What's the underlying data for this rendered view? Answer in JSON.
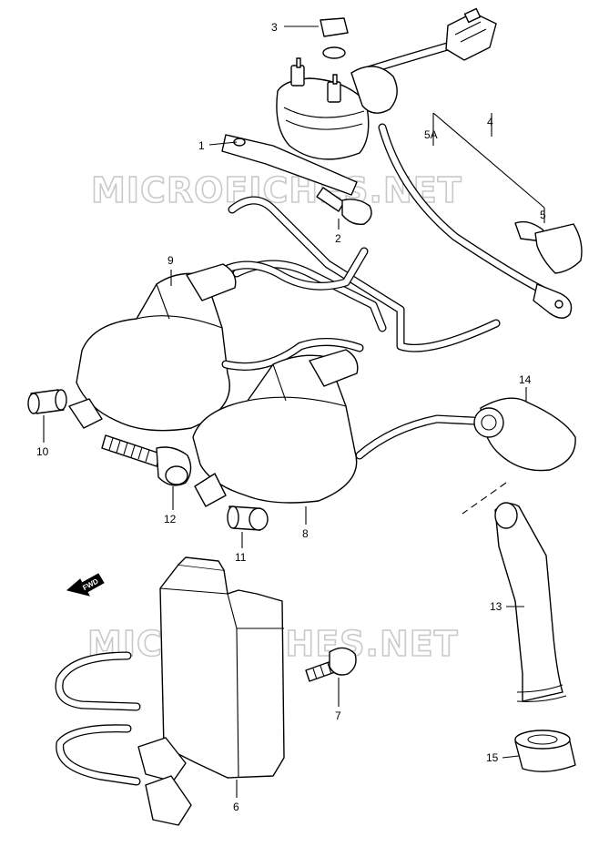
{
  "watermark": "MICROFICHES.NET",
  "fwd_label": "FWD",
  "callouts": {
    "p1": "1",
    "p2": "2",
    "p3": "3",
    "p4": "4",
    "p5": "5",
    "p5a": "5A",
    "p6": "6",
    "p7": "7",
    "p8": "8",
    "p9": "9",
    "p10": "10",
    "p11": "11",
    "p12": "12",
    "p13": "13",
    "p14": "14",
    "p15": "15"
  }
}
